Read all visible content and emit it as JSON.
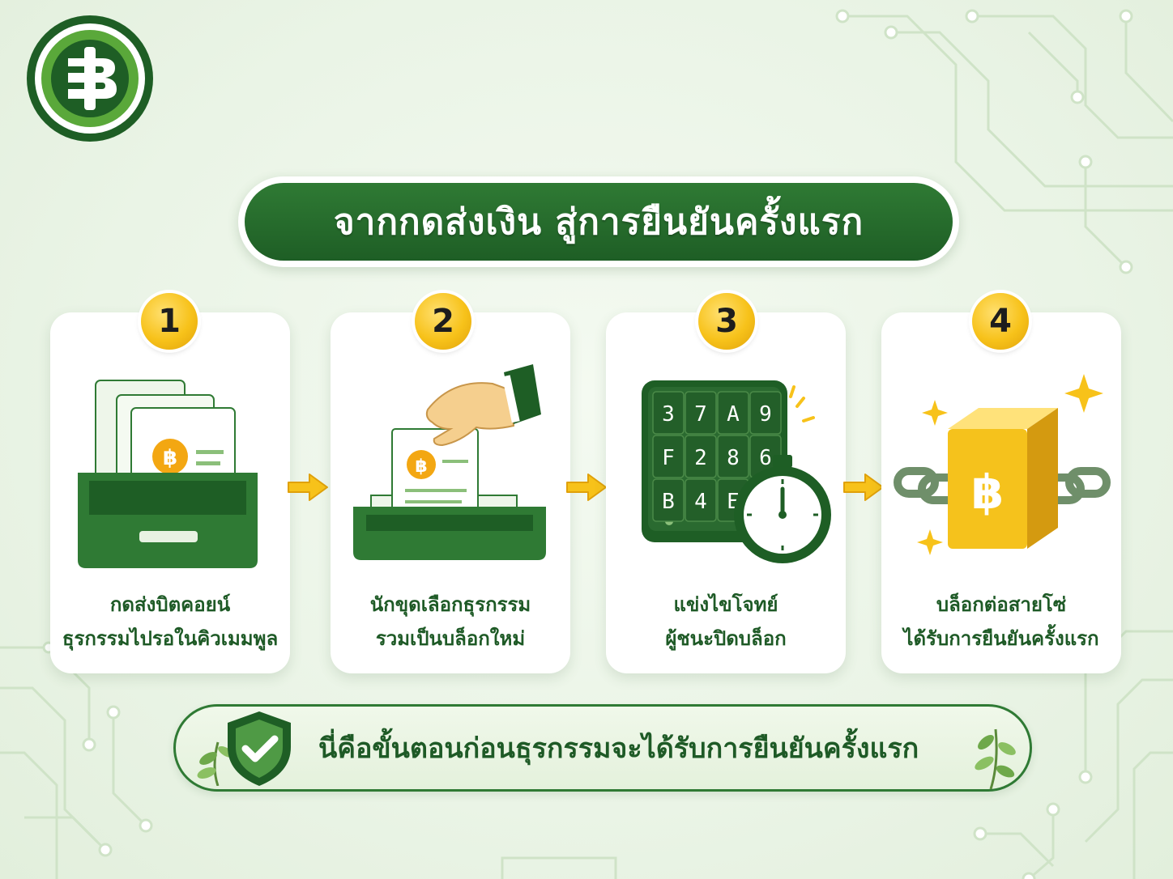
{
  "title": "จากกดส่งเงิน สู่การยืนยันครั้งแรก",
  "steps": [
    {
      "number": "1",
      "line1": "กดส่งบิตคอยน์",
      "line2": "ธุรกรรมไปรอในคิวเมมพูล"
    },
    {
      "number": "2",
      "line1": "นักขุดเลือกธุรกรรม",
      "line2": "รวมเป็นบล็อกใหม่"
    },
    {
      "number": "3",
      "line1": "แข่งไขโจทย์",
      "line2": "ผู้ชนะปิดบล็อก"
    },
    {
      "number": "4",
      "line1": "บล็อกต่อสายโซ่",
      "line2": "ได้รับการยืนยันครั้งแรก"
    }
  ],
  "puzzle_grid": [
    "3",
    "7",
    "A",
    "9",
    "F",
    "2",
    "8",
    "6",
    "B",
    "4",
    "E",
    "?"
  ],
  "footer": "นี่คือขั้นตอนก่อนธุรกรรมจะได้รับการยืนยันครั้งแรก",
  "colors": {
    "primary_green": "#1e5e25",
    "accent_gold": "#f7c21a",
    "text_green": "#1e5a26",
    "bitcoin_orange": "#f3a712"
  }
}
